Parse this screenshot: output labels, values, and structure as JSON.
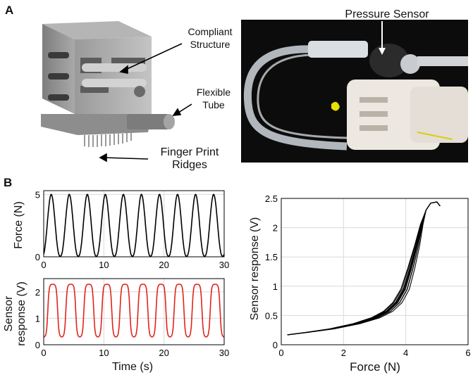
{
  "panel_a": {
    "letter": "A",
    "labels": {
      "compliant": [
        "Compliant",
        "Structure"
      ],
      "tube": [
        "Flexible",
        "Tube"
      ],
      "finger": [
        "Finger Print",
        "Ridges"
      ],
      "pressure": "Pressure Sensor"
    }
  },
  "panel_b": {
    "letter": "B"
  },
  "colors": {
    "force_trace": "#000000",
    "sensor_trace": "#e0241b",
    "hysteresis": "#000000",
    "grid": "#d9d9d9"
  },
  "chart_data": [
    {
      "id": "force_time",
      "type": "line",
      "xlabel": "",
      "ylabel": "Force (N)",
      "xlim": [
        0,
        30
      ],
      "ylim": [
        0,
        5.3
      ],
      "xticks": [
        "0",
        "10",
        "20",
        "30"
      ],
      "yticks": [
        "0",
        "5"
      ],
      "grid": true,
      "series": [
        {
          "period_s": 3.0,
          "first_peak_s": 1.25,
          "min": 0.05,
          "max": 5.0
        }
      ]
    },
    {
      "id": "sensor_time",
      "type": "line",
      "xlabel": "Time (s)",
      "ylabel": "Sensor response (V)",
      "ylabel_lines": [
        "Sensor",
        "response (V)"
      ],
      "xlim": [
        0,
        30
      ],
      "ylim": [
        0,
        2.5
      ],
      "xticks": [
        "0",
        "10",
        "20",
        "30"
      ],
      "yticks": [
        "0",
        "1",
        "2"
      ],
      "grid": true,
      "series": [
        {
          "period_s": 3.0,
          "first_peak_s": 1.5,
          "min": 0.25,
          "max": 2.3
        }
      ]
    },
    {
      "id": "response_vs_force",
      "type": "line",
      "xlabel": "Force (N)",
      "ylabel": "Sensor response (V)",
      "xlim": [
        0,
        6
      ],
      "ylim": [
        0,
        2.5
      ],
      "xticks": [
        "0",
        "2",
        "4",
        "6"
      ],
      "yticks": [
        "0",
        "0.5",
        "1",
        "1.5",
        "2",
        "2.5"
      ],
      "grid": true,
      "series": [
        {
          "x": [
            0.2,
            0.8,
            1.6,
            2.4,
            3.0,
            3.4,
            3.7,
            3.95,
            4.15,
            4.35,
            4.5,
            4.65,
            4.8,
            5.0,
            5.1
          ],
          "y": [
            0.17,
            0.21,
            0.27,
            0.36,
            0.46,
            0.57,
            0.72,
            0.95,
            1.3,
            1.7,
            2.05,
            2.3,
            2.42,
            2.44,
            2.37
          ]
        }
      ]
    }
  ]
}
